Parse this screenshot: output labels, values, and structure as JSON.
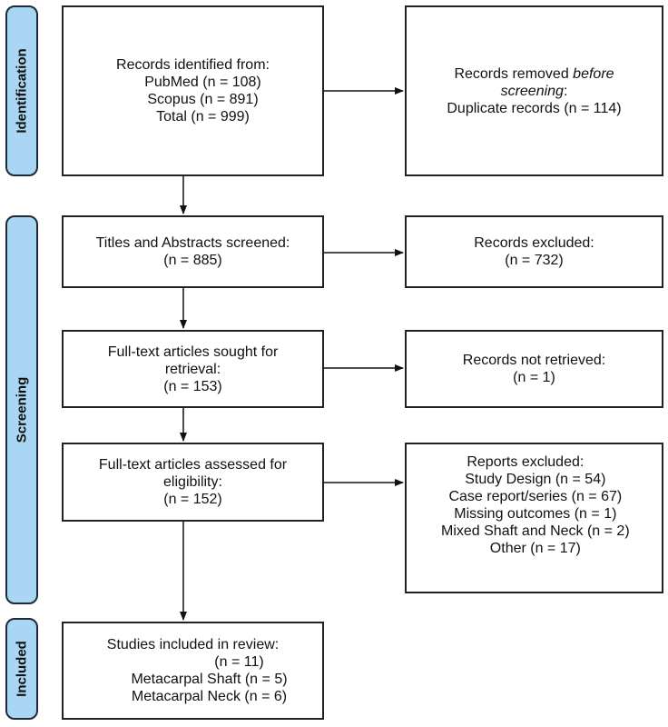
{
  "phases": {
    "identification": "Identification",
    "screening": "Screening",
    "included": "Included"
  },
  "boxes": {
    "records_identified": {
      "heading": "Records identified from:",
      "lines": [
        "PubMed (n = 108)",
        "Scopus (n = 891)",
        "Total (n = 999)"
      ]
    },
    "records_removed": {
      "heading_plain": "Records removed ",
      "heading_italic_1": "before",
      "heading_italic_2": "screening",
      "heading_colon": ":",
      "line": "Duplicate records (n = 114)"
    },
    "titles_screened": {
      "line1": "Titles and Abstracts screened:",
      "line2": "(n = 885)"
    },
    "records_excluded": {
      "line1": "Records excluded:",
      "line2": "(n = 732)"
    },
    "fulltext_sought": {
      "line1": "Full-text articles sought for",
      "line2": "retrieval:",
      "line3": "(n = 153)"
    },
    "not_retrieved": {
      "line1": "Records not retrieved:",
      "line2": "(n = 1)"
    },
    "fulltext_assessed": {
      "line1": "Full-text articles assessed for",
      "line2": "eligibility:",
      "line3": "(n = 152)"
    },
    "reports_excluded": {
      "heading": "Reports excluded:",
      "lines": [
        "Study Design (n = 54)",
        "Case report/series (n = 67)",
        "Missing outcomes (n = 1)",
        "Mixed Shaft and Neck (n = 2)",
        "Other (n = 17)"
      ]
    },
    "studies_included": {
      "line1": "Studies included in review:",
      "line2": "(n = 11)",
      "lines": [
        "Metacarpal Shaft (n = 5)",
        "Metacarpal Neck (n = 6)"
      ]
    }
  }
}
